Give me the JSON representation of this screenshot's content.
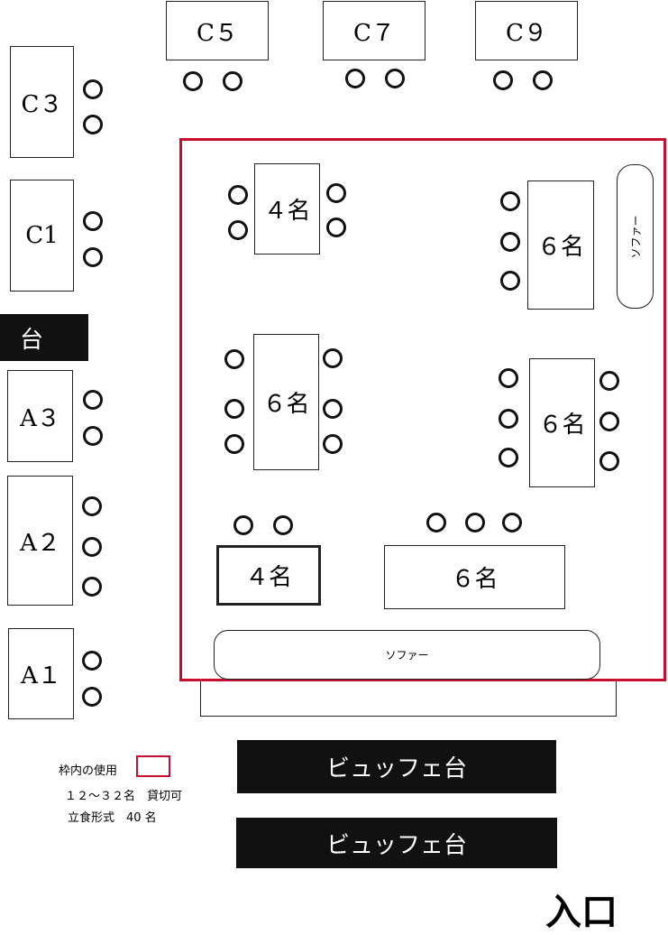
{
  "tables": {
    "c5": "C５",
    "c7": "C７",
    "c9": "C９",
    "c3": "C３",
    "c1": "C1",
    "a3": "A３",
    "a2": "A２",
    "a1": "A１",
    "t4_top": "４名",
    "t6_top_right": "６名",
    "t6_left": "６名",
    "t6_right": "６名",
    "t4_bottom": "４名",
    "t6_bottom": "６名"
  },
  "counter_label": "台",
  "sofa_labels": {
    "vertical": "ソファー",
    "horizontal": "ソファー"
  },
  "buffet": {
    "upper": "ビュッフェ台",
    "lower": "ビュッフェ台"
  },
  "legend": {
    "line1": "枠内の使用",
    "line2": "１２～３２名　貸切可",
    "line3": "立食形式　40 名"
  },
  "entrance": "入口",
  "colors": {
    "frame": "#c8102e",
    "block": "#111111"
  }
}
